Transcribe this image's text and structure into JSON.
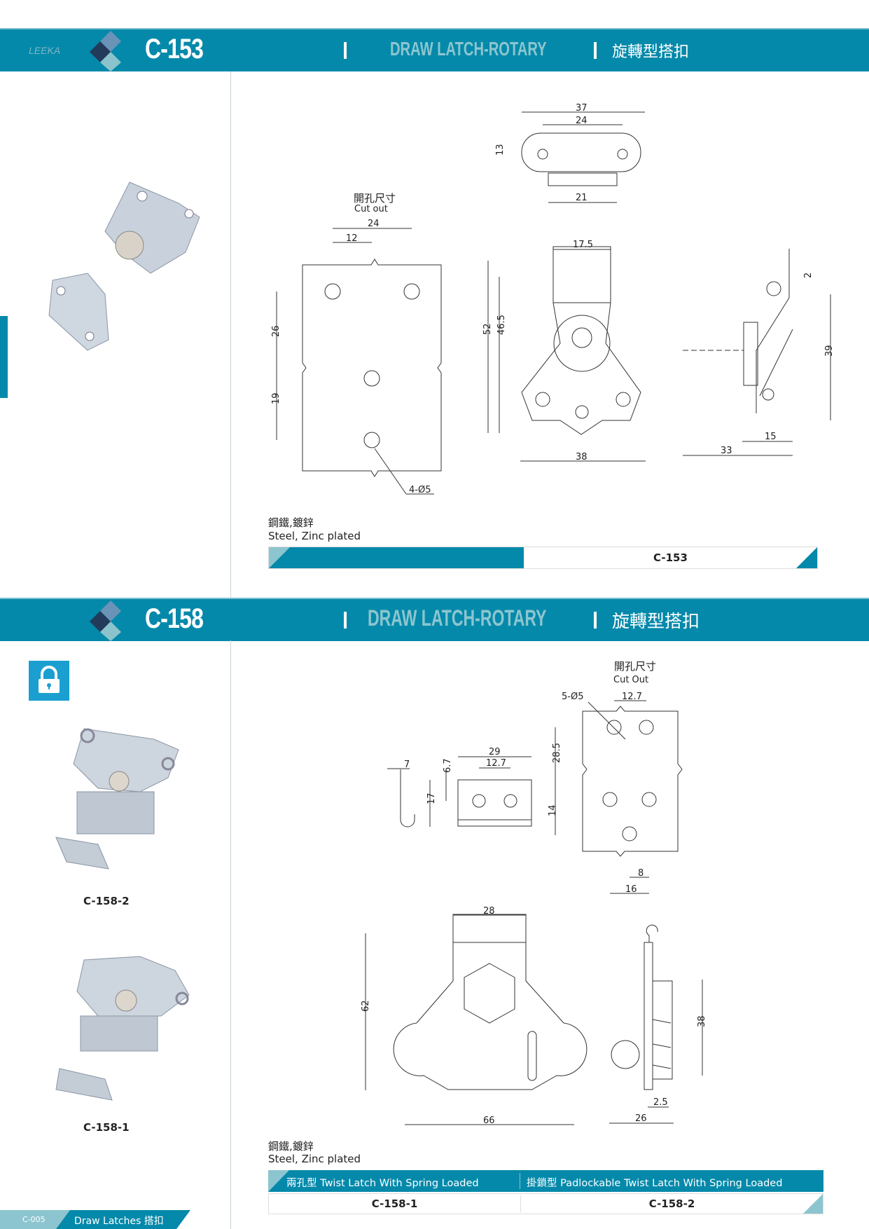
{
  "brand": "LEEKA",
  "colors": {
    "primary": "#0489aa",
    "light": "#8cc5cf",
    "icon": "#1a9fd0"
  },
  "section1": {
    "model": "C-153",
    "title_en": "DRAW LATCH-ROTARY",
    "title_zh": "旋轉型搭扣",
    "cutout_zh": "開孔尺寸",
    "cutout_en": "Cut out",
    "dims": {
      "top_w": "37",
      "top_hole": "24",
      "top_h": "13",
      "top_base": "21",
      "cut_w": "24",
      "cut_half": "12",
      "cut_26": "26",
      "cut_19": "19",
      "holes": "4-Ø5",
      "front_top": "17.5",
      "front_h": "52",
      "front_h2": "46.5",
      "front_w": "38",
      "side_2": "2",
      "side_39": "39",
      "side_15": "15",
      "side_33": "33"
    },
    "material_zh": "鋼鐵,鍍鋅",
    "material_en": "Steel, Zinc plated",
    "code": "C-153"
  },
  "section2": {
    "model": "C-158",
    "title_en": "DRAW LATCH-ROTARY",
    "title_zh": "旋轉型搭扣",
    "cutout_zh": "開孔尺寸",
    "cutout_en": "Cut Out",
    "dims": {
      "holes": "5-Ø5",
      "cut_127": "12.7",
      "cut_285": "28.5",
      "cut_14": "14",
      "cut_8": "8",
      "cut_16": "16",
      "hook_7": "7",
      "plate_29": "29",
      "plate_127": "12.7",
      "plate_67": "6.7",
      "plate_17": "17",
      "front_28": "28",
      "front_62": "62",
      "front_66": "66",
      "side_38": "38",
      "side_25": "2.5",
      "side_26": "26"
    },
    "photos": [
      "C-158-2",
      "C-158-1"
    ],
    "material_zh": "鋼鐵,鍍鋅",
    "material_en": "Steel, Zinc plated",
    "table": {
      "headers": [
        "兩孔型 Twist Latch With Spring Loaded",
        "掛鎖型 Padlockable Twist Latch With Spring Loaded"
      ],
      "row": [
        "C-158-1",
        "C-158-2"
      ]
    }
  },
  "footer": {
    "page": "C-005",
    "category": "Draw Latches 搭扣"
  }
}
